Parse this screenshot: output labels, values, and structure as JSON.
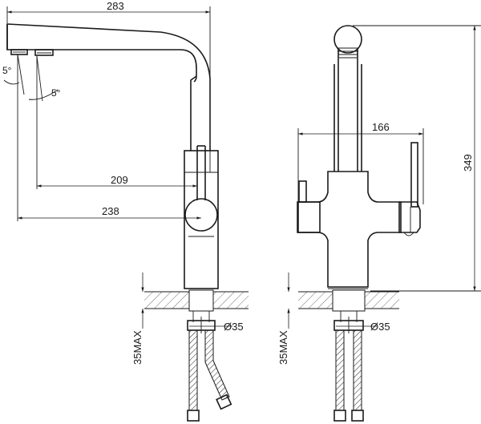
{
  "side_view": {
    "overall_length": "283",
    "spout_angle_upper": "5°",
    "spout_angle_lower": "5°",
    "reach_inner": "209",
    "reach_outer": "238",
    "hole_diameter": "Ø35",
    "max_deck_thickness": "35MAX"
  },
  "front_view": {
    "width": "166",
    "height": "349",
    "hole_diameter": "Ø35",
    "max_deck_thickness": "35MAX"
  }
}
